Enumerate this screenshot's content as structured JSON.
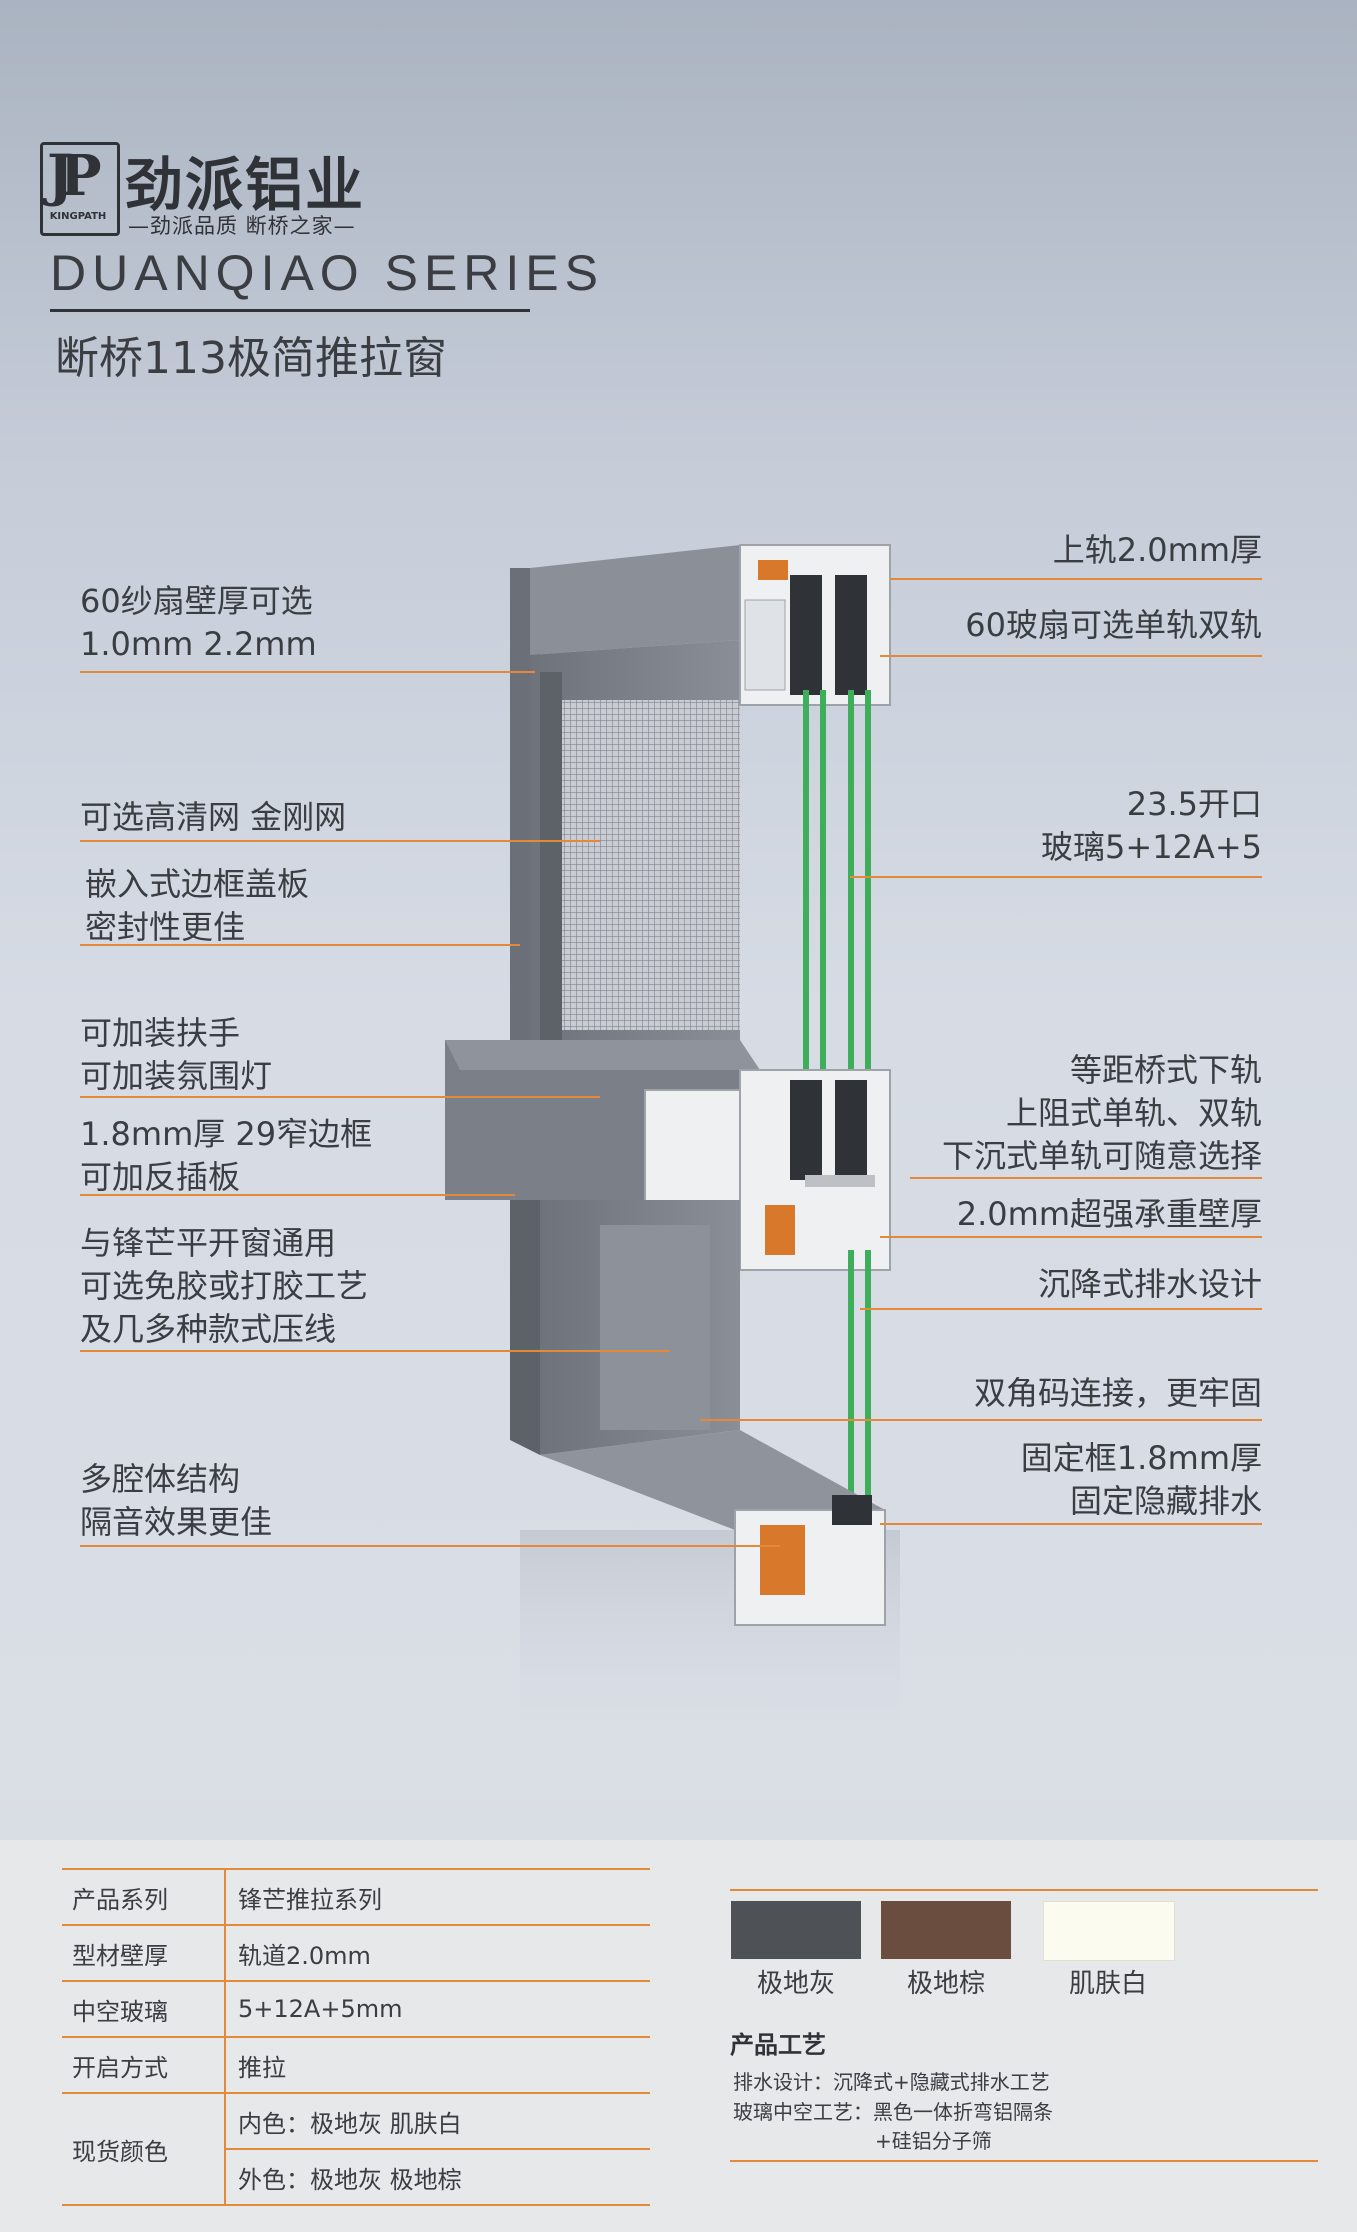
{
  "logo": {
    "mark": "JP",
    "sub": "KINGPATH",
    "brand": "劲派铝业",
    "slogan": "—劲派品质 断桥之家—"
  },
  "header": {
    "series": "DUANQIAO SERIES",
    "product": "断桥113极简推拉窗"
  },
  "callouts_left": {
    "c1": [
      "60纱扇壁厚可选",
      "1.0mm 2.2mm"
    ],
    "c2": [
      "可选高清网 金刚网"
    ],
    "c3": [
      "嵌入式边框盖板",
      "密封性更佳"
    ],
    "c4": [
      "可加装扶手",
      "可加装氛围灯"
    ],
    "c5": [
      "1.8mm厚  29窄边框",
      "可加反插板"
    ],
    "c6": [
      "与锋芒平开窗通用",
      "可选免胶或打胶工艺",
      "及几多种款式压线"
    ],
    "c7": [
      "多腔体结构",
      "隔音效果更佳"
    ]
  },
  "callouts_right": {
    "r1": [
      "上轨2.0mm厚"
    ],
    "r2": [
      "60玻扇可选单轨双轨"
    ],
    "r3": [
      "23.5开口",
      "玻璃5+12A+5"
    ],
    "r4": [
      "等距桥式下轨",
      "上阻式单轨、双轨",
      "下沉式单轨可随意选择"
    ],
    "r5": [
      "2.0mm超强承重壁厚"
    ],
    "r6": [
      "沉降式排水设计"
    ],
    "r7": [
      "双角码连接，更牢固"
    ],
    "r8": [
      "固定框1.8mm厚",
      "固定隐藏排水"
    ]
  },
  "specs": [
    {
      "key": "产品系列",
      "value": "锋芒推拉系列"
    },
    {
      "key": "型材壁厚",
      "value": "轨道2.0mm"
    },
    {
      "key": "中空玻璃",
      "value": "5+12A+5mm"
    },
    {
      "key": "开启方式",
      "value": "推拉"
    },
    {
      "key": "现货颜色",
      "value": "内色：极地灰  肌肤白",
      "value2": "外色：极地灰  极地棕"
    }
  ],
  "swatches": [
    {
      "label": "极地灰",
      "color": "#4e5156"
    },
    {
      "label": "极地棕",
      "color": "#6b4d40"
    },
    {
      "label": "肌肤白",
      "color": "#fbfbef"
    }
  ],
  "craft": {
    "title": "产品工艺",
    "line1": "排水设计：沉降式+隐藏式排水工艺",
    "line2": "玻璃中空工艺：黑色一体折弯铝隔条",
    "line3": "+硅铝分子筛"
  }
}
